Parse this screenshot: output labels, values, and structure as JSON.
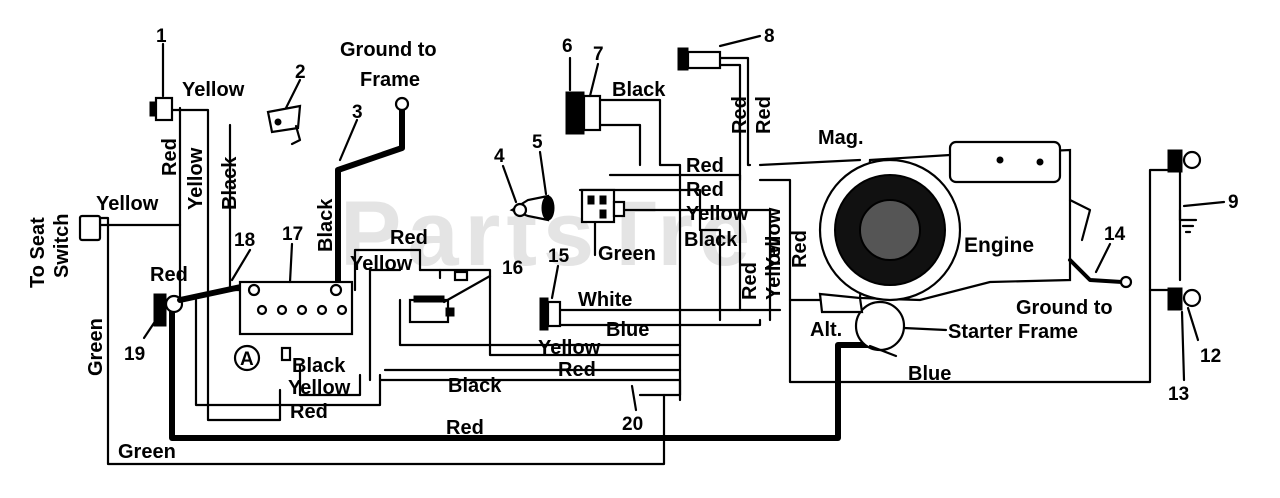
{
  "watermark": "PartsTre",
  "callouts": [
    "1",
    "2",
    "3",
    "4",
    "5",
    "6",
    "7",
    "8",
    "9",
    "12",
    "13",
    "14",
    "15",
    "16",
    "17",
    "18",
    "19",
    "20"
  ],
  "marker": "A",
  "labels": {
    "ground_to_frame_top": [
      "Ground to",
      "Frame"
    ],
    "to_seat_switch": [
      "To Seat",
      "Switch"
    ],
    "mag": "Mag.",
    "engine": "Engine",
    "alt": "Alt.",
    "starter_frame": "Starter Frame",
    "ground_to_right": "Ground to"
  },
  "wire_labels": {
    "yellow": "Yellow",
    "red": "Red",
    "black": "Black",
    "green": "Green",
    "white": "White",
    "blue": "Blue"
  }
}
